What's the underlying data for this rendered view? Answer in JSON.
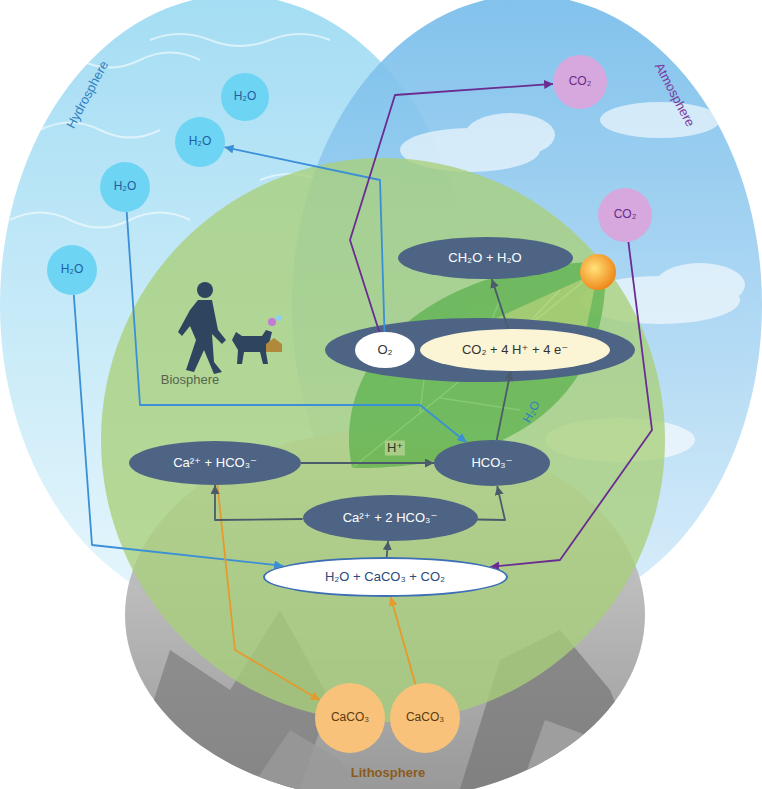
{
  "diagram": {
    "nodes": [
      {
        "text": [
          "H₂O"
        ]
      },
      {
        "text": [
          "H₂O"
        ]
      },
      {
        "text": [
          "H₂O"
        ]
      },
      {
        "text": [
          "H₂O"
        ]
      },
      {
        "text": [
          "CO₂"
        ]
      },
      {
        "text": [
          "CO₂"
        ]
      },
      {
        "text": [
          "CH₂O + H₂O"
        ]
      },
      {
        "text": [
          "O₂"
        ]
      },
      {
        "text": [
          "CO₂ + 4 H⁺ + 4 e⁻"
        ]
      },
      {
        "text": [
          "Ca²⁺ + HCO₃⁻"
        ]
      },
      {
        "text": [
          "HCO₃⁻"
        ]
      },
      {
        "text": [
          "Ca²⁺ + 2 HCO₃⁻"
        ]
      },
      {
        "text": [
          "H₂O + CaCO₃ + CO₂"
        ]
      },
      {
        "text": [
          "CaCO₃"
        ]
      },
      {
        "text": [
          "CaCO₃"
        ]
      }
    ],
    "edges": [
      {
        "from": 7,
        "to": 1,
        "arrow": "to"
      },
      {
        "from": 7,
        "to": 4,
        "arrow": "to"
      },
      {
        "from": 8,
        "to": 6,
        "arrow": "to"
      },
      {
        "from": 2,
        "to": 10,
        "arrow": "to"
      },
      {
        "from": 3,
        "to": 12,
        "arrow": "to"
      },
      {
        "from": 5,
        "to": 12,
        "arrow": "to"
      },
      {
        "from": 14,
        "to": 12,
        "arrow": "to"
      },
      {
        "from": 9,
        "to": 13,
        "arrow": "to"
      },
      {
        "from": 12,
        "to": 11,
        "arrow": "to"
      },
      {
        "from": 11,
        "to": 9,
        "arrow": "to"
      },
      {
        "from": 11,
        "to": 10,
        "arrow": "to"
      },
      {
        "from": 9,
        "to": 10,
        "label": "H⁺",
        "arrow": "to"
      },
      {
        "from": 10,
        "to": 8,
        "arrow": "to"
      }
    ],
    "labels": [
      "Hydrosphere",
      "Atmosphere",
      "Biosphere",
      "H₂O",
      "Lithosphere"
    ]
  }
}
